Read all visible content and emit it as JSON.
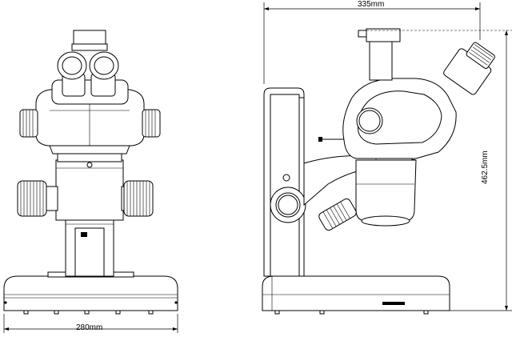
{
  "dimensions": {
    "overall_width": "335mm",
    "base_width": "280mm",
    "overall_height": "462.5mm"
  }
}
